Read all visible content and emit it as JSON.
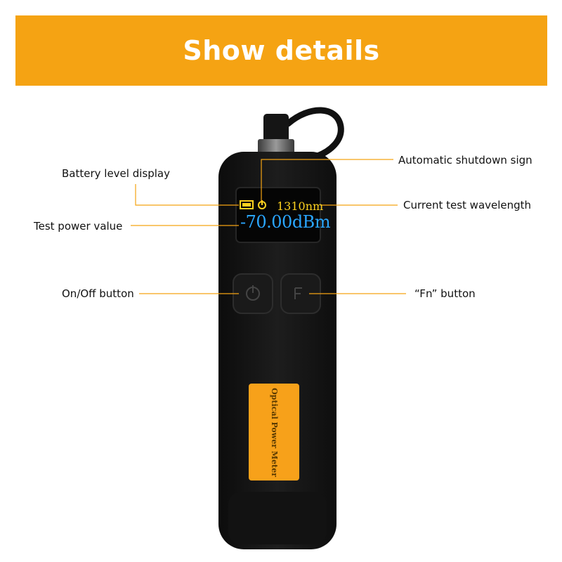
{
  "banner": {
    "title": "Show details",
    "color": "#f5a313"
  },
  "callouts": {
    "battery_level": "Battery level display",
    "auto_shutdown": "Automatic shutdown sign",
    "test_power": "Test power value",
    "current_wavelength": "Current test wavelength",
    "on_off": "On/Off button",
    "fn_button": "“Fn”  button"
  },
  "display": {
    "wavelength": "1310nm",
    "power_value": "-70.00dBm"
  },
  "device_label": "Optical Power Meter",
  "colors": {
    "device_body": "#161616",
    "callout_line": "#f5a313",
    "wavelength_text": "#ffd21f",
    "power_text": "#2aa6ff",
    "label": "#f7a11a"
  },
  "icons": [
    "battery-icon",
    "power-icon",
    "fn-icon"
  ]
}
